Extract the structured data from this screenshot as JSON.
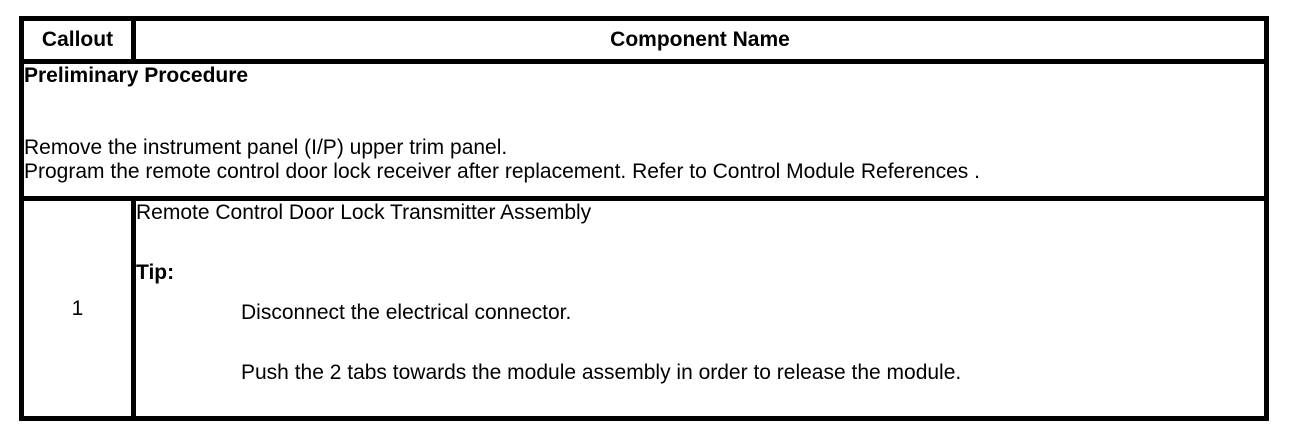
{
  "table": {
    "header": {
      "callout_label": "Callout",
      "component_label": "Component Name"
    },
    "preliminary": {
      "title": "Preliminary Procedure",
      "steps": [
        "Remove the instrument panel (I/P) upper trim panel.",
        "Program the remote control door lock receiver after replacement. Refer to Control Module References ."
      ]
    },
    "rows": [
      {
        "callout": "1",
        "component": "Remote Control Door Lock Transmitter Assembly",
        "tip_label": "Tip:",
        "tip_steps": [
          "Disconnect the electrical connector.",
          "Push the 2 tabs towards the module assembly in order to release the module."
        ]
      }
    ]
  },
  "colors": {
    "background": "#ffffff",
    "text": "#000000",
    "border": "#000000"
  }
}
